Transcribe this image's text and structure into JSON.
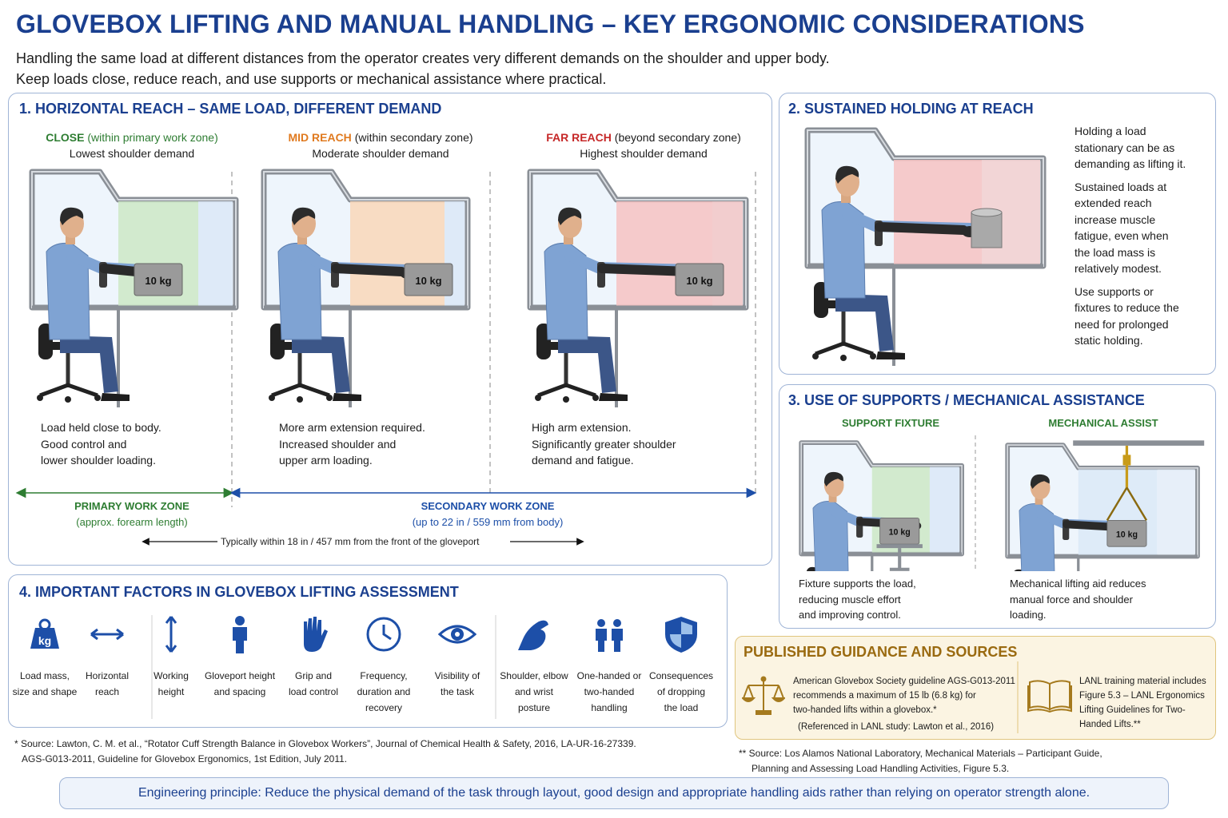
{
  "header": {
    "title": "GLOVEBOX LIFTING AND MANUAL HANDLING – KEY ERGONOMIC CONSIDERATIONS",
    "subtitle_line1": "Handling the same load at different distances from the operator creates very different demands on the shoulder and upper body.",
    "subtitle_line2": "Keep loads close, reduce reach, and use supports or mechanical assistance where practical."
  },
  "panel1": {
    "title": "1. HORIZONTAL REACH – SAME LOAD, DIFFERENT DEMAND",
    "zones": [
      {
        "name": "CLOSE",
        "qualifier": "(within primary work zone)",
        "demand": "Lowest shoulder demand",
        "load": "10 kg",
        "desc": [
          "Load held close to body.",
          "Good control and",
          "lower shoulder loading."
        ],
        "color": "#2e7d32",
        "fill": "#cde8c5"
      },
      {
        "name": "MID REACH",
        "qualifier": "(within secondary zone)",
        "demand": "Moderate shoulder demand",
        "load": "10 kg",
        "desc": [
          "More arm extension required.",
          "Increased shoulder and",
          "upper arm loading."
        ],
        "color": "#e07a1f",
        "fill": "#f9d7b8"
      },
      {
        "name": "FAR REACH",
        "qualifier": "(beyond secondary zone)",
        "demand": "Highest shoulder demand",
        "load": "10 kg",
        "desc": [
          "High arm extension.",
          "Significantly greater shoulder",
          "demand and fatigue."
        ],
        "color": "#c62828",
        "fill": "#f6c2c2"
      }
    ],
    "primary_zone": {
      "label": "PRIMARY WORK ZONE",
      "sub": "(approx. forearm length)"
    },
    "secondary_zone": {
      "label": "SECONDARY WORK ZONE",
      "sub": "(up to 22 in / 559 mm from body)"
    },
    "distance_note": "Typically within 18 in / 457 mm from the front of the gloveport"
  },
  "panel2": {
    "title": "2. SUSTAINED HOLDING AT REACH",
    "paragraphs": [
      [
        "Holding a load",
        "stationary can be as",
        "demanding as lifting it."
      ],
      [
        "Sustained loads at",
        "extended reach",
        "increase muscle",
        "fatigue, even when",
        "the load mass is",
        "relatively modest."
      ],
      [
        "Use supports or",
        "fixtures to reduce the",
        "need for prolonged",
        "static holding."
      ]
    ]
  },
  "panel3": {
    "title": "3. USE OF SUPPORTS / MECHANICAL ASSISTANCE",
    "support": {
      "label": "SUPPORT FIXTURE",
      "load": "10 kg",
      "desc": [
        "Fixture supports the load,",
        "reducing muscle effort",
        "and improving control."
      ]
    },
    "assist": {
      "label": "MECHANICAL ASSIST",
      "load": "10 kg",
      "desc": [
        "Mechanical lifting aid reduces",
        "manual force and shoulder",
        "loading."
      ]
    }
  },
  "panel4": {
    "title": "4. IMPORTANT FACTORS IN GLOVEBOX LIFTING ASSESSMENT",
    "factors": [
      {
        "icon": "weight-icon",
        "label": [
          "Load mass,",
          "size and shape"
        ],
        "glyph": "kg"
      },
      {
        "icon": "horizontal-arrows-icon",
        "label": [
          "Horizontal",
          "reach"
        ]
      },
      {
        "icon": "vertical-arrows-icon",
        "label": [
          "Working",
          "height"
        ]
      },
      {
        "icon": "person-icon",
        "label": [
          "Gloveport height",
          "and spacing"
        ]
      },
      {
        "icon": "hand-icon",
        "label": [
          "Grip and",
          "load control"
        ]
      },
      {
        "icon": "clock-icon",
        "label": [
          "Frequency,",
          "duration and",
          "recovery"
        ]
      },
      {
        "icon": "eye-icon",
        "label": [
          "Visibility of",
          "the task"
        ]
      },
      {
        "icon": "arm-icon",
        "label": [
          "Shoulder, elbow",
          "and wrist",
          "posture"
        ]
      },
      {
        "icon": "two-people-icon",
        "label": [
          "One-handed or",
          "two-handed",
          "handling"
        ]
      },
      {
        "icon": "shield-icon",
        "label": [
          "Consequences",
          "of dropping",
          "the load"
        ]
      }
    ]
  },
  "footnotes": {
    "left_line1": "* Source: Lawton, C. M. et al., “Rotator Cuff Strength Balance in Glovebox Workers”, Journal of Chemical Health & Safety, 2016, LA-UR-16-27339.",
    "left_line2": "AGS-G013-2011, Guideline for Glovebox Ergonomics, 1st Edition, July 2011.",
    "right_line1": "** Source: Los Alamos National Laboratory, Mechanical Materials – Participant Guide,",
    "right_line2": "Planning and Assessing Load Handling Activities, Figure 5.3."
  },
  "guidance": {
    "title": "PUBLISHED GUIDANCE AND SOURCES",
    "left": [
      "American Glovebox Society guideline AGS-G013-2011",
      "recommends a maximum of 15 lb (6.8 kg) for",
      "two-handed lifts within a glovebox.*"
    ],
    "left_ref": "(Referenced in LANL study: Lawton et al., 2016)",
    "right": [
      "LANL training material includes",
      "Figure 5.3 – LANL Ergonomics",
      "Lifting Guidelines for Two-",
      "Handed Lifts.**"
    ]
  },
  "principle": "Engineering principle: Reduce the physical demand of the task through layout, good design and appropriate handling aids rather than relying on operator strength alone.",
  "colors": {
    "title": "#1a3f8f",
    "close": "#2e7d32",
    "mid": "#e07a1f",
    "far": "#c62828",
    "secondary": "#1d4fa8",
    "glove": "#2a2a2a",
    "coat": "#7fa3d3",
    "pants": "#3c5688"
  }
}
